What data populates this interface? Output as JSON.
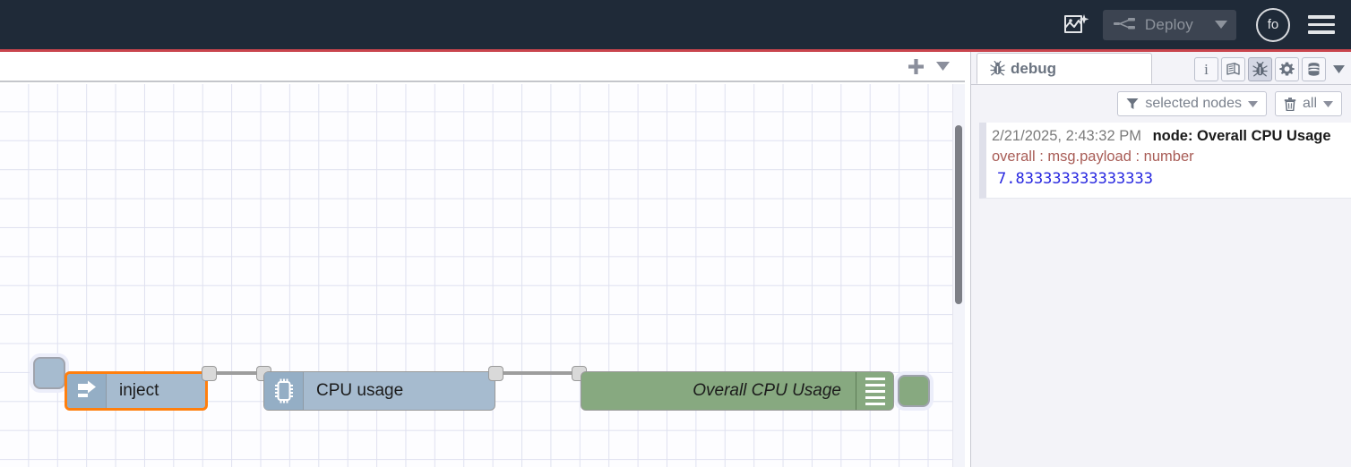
{
  "header": {
    "projects_icon": "image-sparkle-icon",
    "deploy": {
      "label": "Deploy",
      "icon": "deploy-icon",
      "caret": "chevron-down-icon",
      "disabled": true
    },
    "user": {
      "initials": "fo",
      "name": "user-avatar"
    },
    "menu_icon": "hamburger-menu-icon",
    "accent_color": "#c9454d",
    "background_color": "#1f2a38"
  },
  "editor": {
    "tabbar": {
      "add_label": "+",
      "add_icon": "plus-icon",
      "list_icon": "chevron-down-icon"
    },
    "canvas": {
      "grid": true,
      "nodes": [
        {
          "id": "inject",
          "label": "inject",
          "icon": "inject-arrow-icon",
          "color": "#a6bbcf",
          "selected": true,
          "has_status_square": true
        },
        {
          "id": "cpu",
          "label": "CPU usage",
          "icon": "microchip-icon",
          "color": "#a6bbcf",
          "selected": false
        },
        {
          "id": "debug",
          "label": "Overall CPU Usage",
          "icon": "debug-lines-icon",
          "color": "#87a980",
          "selected": false,
          "has_toggle_button": true
        }
      ]
    }
  },
  "sidebar": {
    "tab": {
      "label": "debug",
      "icon": "bug-icon"
    },
    "tools": [
      {
        "name": "information",
        "icon": "info-icon",
        "glyph": "i",
        "active": false
      },
      {
        "name": "help",
        "icon": "book-icon",
        "active": false
      },
      {
        "name": "debug-messages",
        "icon": "bug-icon",
        "active": true
      },
      {
        "name": "configuration-nodes",
        "icon": "gear-icon",
        "active": false
      },
      {
        "name": "context-data",
        "icon": "database-stack-icon",
        "active": false
      }
    ],
    "tools_caret": "chevron-down-icon",
    "filters": [
      {
        "name": "node-filter",
        "icon": "funnel-icon",
        "label": "selected nodes",
        "caret": "chevron-down-icon"
      },
      {
        "name": "clear-filter",
        "icon": "trash-icon",
        "label": "all",
        "caret": "chevron-down-icon"
      }
    ],
    "messages": [
      {
        "timestamp": "2/21/2025, 2:43:32 PM",
        "node": "node: Overall CPU Usage",
        "topic": "overall : msg.payload : number",
        "value": "7.833333333333333",
        "topic_color": "#a85c56",
        "value_color": "#2727e0"
      }
    ]
  }
}
